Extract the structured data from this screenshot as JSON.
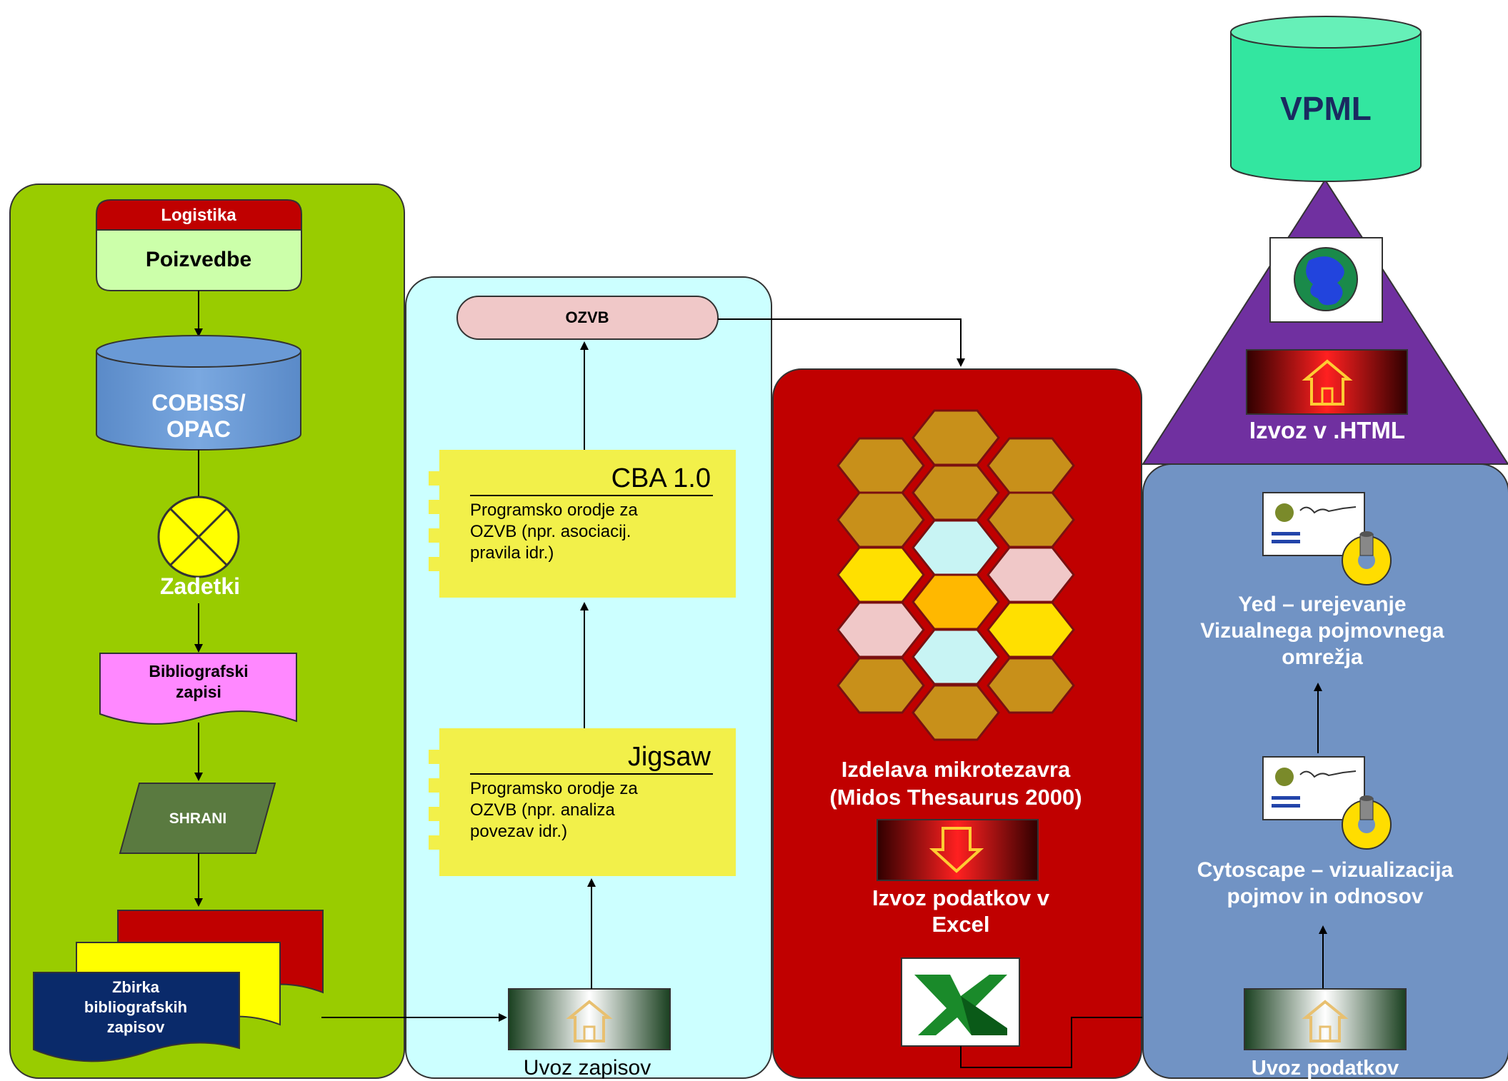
{
  "vpml": {
    "label": "VPML"
  },
  "html_export": {
    "label": "Izvoz v .HTML"
  },
  "left_panel": {
    "logistics_header": "Logistika",
    "queries": "Poizvedbe",
    "cobiss_line1": "COBISS/",
    "cobiss_line2": "OPAC",
    "hits": "Zadetki",
    "biblio_line1": "Bibliografski",
    "biblio_line2": "zapisi",
    "save": "SHRANI",
    "collection_line1": "Zbirka",
    "collection_line2": "bibliografskih",
    "collection_line3": "zapisov"
  },
  "middle_panel": {
    "ozvb": "OZVB",
    "cba_title": "CBA 1.0",
    "cba_line1": "Programsko orodje za",
    "cba_line2": "OZVB (npr. asociacij.",
    "cba_line3": "pravila  idr.)",
    "jigsaw_title": "Jigsaw",
    "jigsaw_line1": "Programsko orodje za",
    "jigsaw_line2": "OZVB (npr. analiza",
    "jigsaw_line3": "povezav  idr.)",
    "import_records": "Uvoz zapisov"
  },
  "red_panel": {
    "thesaurus_line1": "Izdelava mikrotezavra",
    "thesaurus_line2": "(Midos Thesaurus 2000)",
    "excel_export_line1": "Izvoz podatkov v",
    "excel_export_line2": "Excel"
  },
  "blue_panel": {
    "yed_line1": "Yed – urejevanje",
    "yed_line2": "Vizualnega pojmovnega",
    "yed_line3": "omrežja",
    "cytoscape_line1": "Cytoscape – vizualizacija",
    "cytoscape_line2": "pojmov in odnosov",
    "import_data": "Uvoz podatkov"
  },
  "colors": {
    "left_panel": "#99cc00",
    "middle_panel": "#ccffff",
    "red_panel": "#c00000",
    "blue_panel": "#7193c4",
    "triangle": "#7030a0",
    "vpml": "#33e6a0"
  }
}
